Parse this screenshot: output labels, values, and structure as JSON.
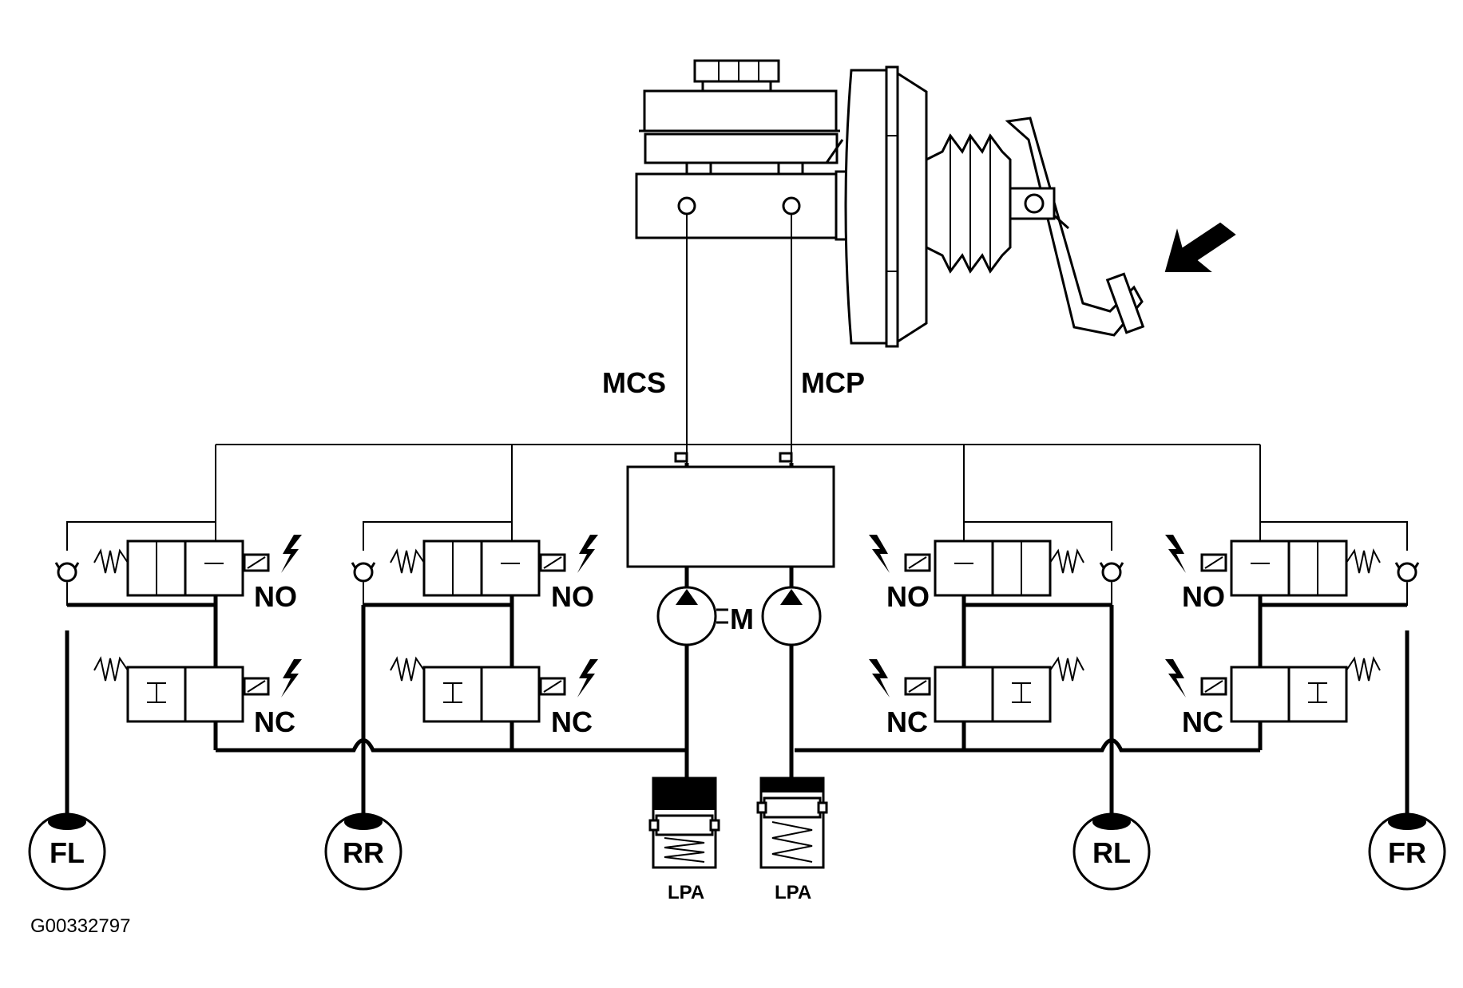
{
  "labels": {
    "mcs": "MCS",
    "mcp": "MCP",
    "motor": "M",
    "figure_code": "G00332797"
  },
  "valves": [
    {
      "id": "fl-inlet",
      "label": "NO"
    },
    {
      "id": "fl-outlet",
      "label": "NC"
    },
    {
      "id": "rr-inlet",
      "label": "NO"
    },
    {
      "id": "rr-outlet",
      "label": "NC"
    },
    {
      "id": "rl-inlet",
      "label": "NO"
    },
    {
      "id": "rl-outlet",
      "label": "NC"
    },
    {
      "id": "fr-inlet",
      "label": "NO"
    },
    {
      "id": "fr-outlet",
      "label": "NC"
    }
  ],
  "wheels": [
    {
      "id": "fl",
      "label": "FL"
    },
    {
      "id": "rr",
      "label": "RR"
    },
    {
      "id": "rl",
      "label": "RL"
    },
    {
      "id": "fr",
      "label": "FR"
    }
  ],
  "accumulators": [
    {
      "id": "lpa-left",
      "label": "LPA"
    },
    {
      "id": "lpa-right",
      "label": "LPA"
    }
  ]
}
